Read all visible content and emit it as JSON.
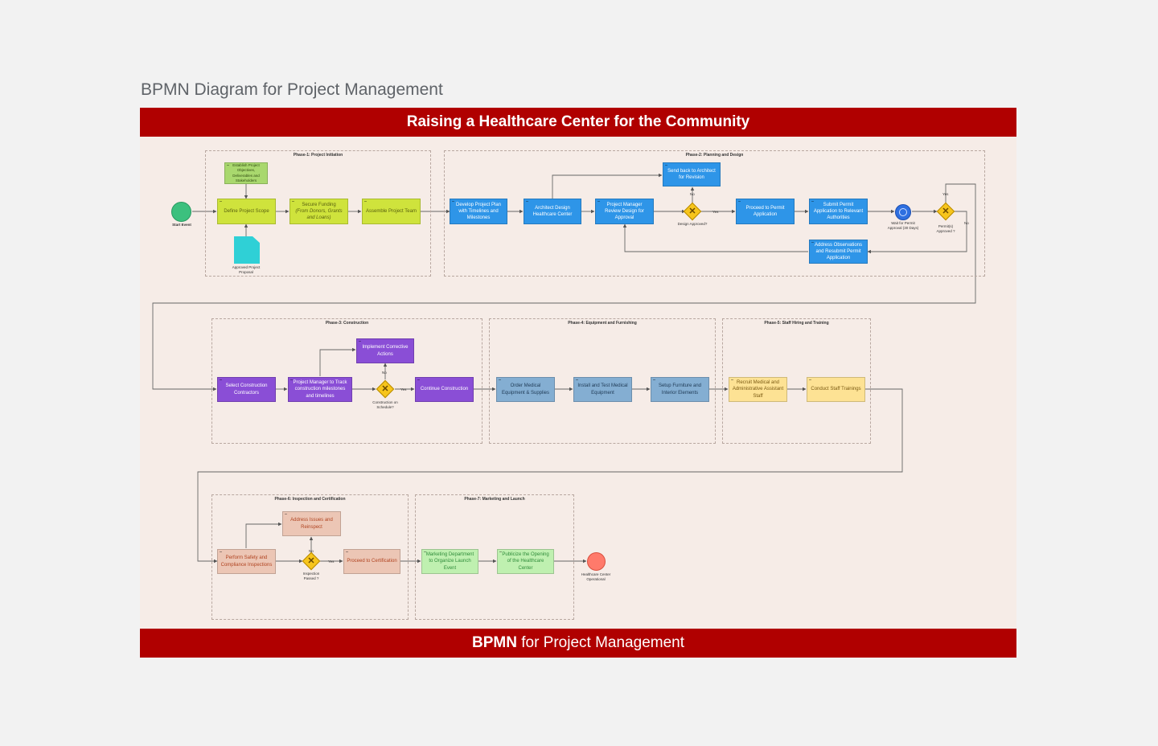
{
  "page_title": "BPMN Diagram for Project Management",
  "banner_top": "Raising a Healthcare Center for the Community",
  "banner_bottom_bold": "BPMN",
  "banner_bottom_rest": " for Project Management",
  "colors": {
    "banner": "#b00000",
    "frame": "#f6ece7",
    "page": "#f2f2f2"
  },
  "phases": {
    "p1": "Phase-1: Project Initiation",
    "p2": "Phase-2: Planning and Design",
    "p3": "Phase-3: Construction",
    "p4": "Phase-4: Equipment and Furnishing",
    "p5": "Phase-5: Staff Hiring and Training",
    "p6": "Phase-6: Inspection and Certification",
    "p7": "Phase-7: Marketing and Launch"
  },
  "events": {
    "start": "Start Event",
    "end": "Healthcare Center Operational",
    "timer": "Wait for Permit Approval (30 Days)"
  },
  "documents": {
    "proposal": "Approved Project Proposal"
  },
  "tasks": {
    "establish": "Establish Project Objectives, Deliverables and Stakeholders",
    "define_scope": "Define Project Scope",
    "secure_funding": "Secure Funding",
    "secure_funding_sub": "(From Donors, Grants and Loans)",
    "assemble_team": "Assemble Project Team",
    "develop_plan": "Develop Project Plan with Timelines and Milestones",
    "architect_design": "Architect Design Healthcare Center",
    "pm_review": "Project Manager Review Design for Approval",
    "send_back": "Send back to Architect for Revision",
    "proceed_permit": "Proceed to Permit Application",
    "submit_permit": "Submit Permit Application to Relevant Authorities",
    "address_observations": "Address Observations and Resubmit Permit Application",
    "select_contractors": "Select Construction Contractors",
    "pm_track": "Project Manager to Track construction milestones and timelines",
    "corrective": "Implement Corrective Actions",
    "continue_construction": "Continue Construction",
    "order_equipment": "Order Medical Equipment & Supplies",
    "install_equipment": "Install and Test Medical Equipment",
    "setup_furniture": "Setup Furniture and Interior Elements",
    "recruit_staff": "Recruit Medical and Administrative Assistant Staff",
    "staff_trainings": "Conduct Staff Trainings",
    "safety_inspections": "Perform Safety and Compliance Inspections",
    "address_issues": "Address Issues and Reinspect",
    "proceed_cert": "Proceed to Certification",
    "marketing_event": "Marketing Department to Organize Launch Event",
    "publicize": "Publicize the Opening of the Healthcare Center"
  },
  "gateways": {
    "design_approved": "Design Approved?",
    "permit_approved": "Permit(s) Approved ?",
    "construction_schedule": "Construction on Schedule?",
    "inspection_passed": "Inspection Passed ?"
  },
  "labels": {
    "yes": "Yes",
    "no": "No"
  }
}
